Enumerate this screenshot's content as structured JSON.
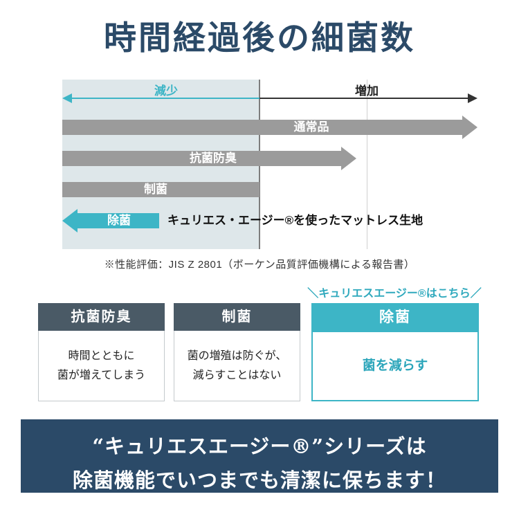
{
  "page": {
    "title": "時間経過後の細菌数",
    "footnote": "※性能評価：JIS Z 2801（ボーケン品質評価機構による報告書）"
  },
  "diagram": {
    "axis_left_label": "減少",
    "axis_right_label": "増加",
    "bars": [
      {
        "label": "通常品"
      },
      {
        "label": "抗菌防臭"
      },
      {
        "label": "制菌"
      },
      {
        "label": "除菌",
        "note": "キュリエス・エージー®を使ったマットレス生地"
      }
    ]
  },
  "callout": {
    "label": "＼キュリエスエージー®はこちら／"
  },
  "cards": [
    {
      "title": "抗菌防臭",
      "line1": "時間とともに",
      "line2": "菌が増えてしまう"
    },
    {
      "title": "制菌",
      "line1": "菌の増殖は防ぐが、",
      "line2": "減らすことはない"
    },
    {
      "title": "除菌",
      "line1": "菌を減らす"
    }
  ],
  "banner": {
    "line1": "“キュリエスエージー®”シリーズは",
    "line2": "除菌機能でいつまでも清潔に保ちます！"
  },
  "colors": {
    "navy": "#2b4a68",
    "teal": "#3db5c6",
    "bar_gray": "#9b9b9b",
    "card_header_slate": "#4a5a66",
    "diagram_shade": "#dee7ea"
  }
}
